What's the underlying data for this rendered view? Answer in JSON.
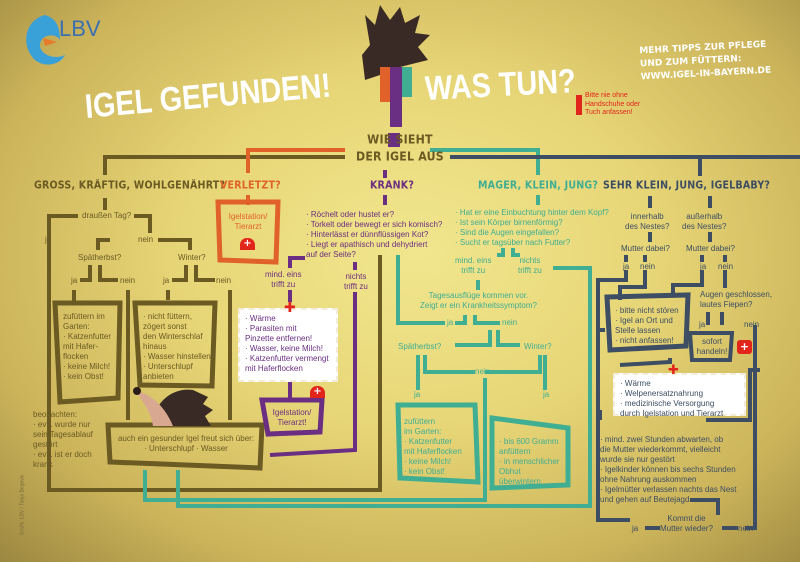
{
  "logo": {
    "text": "LBV",
    "icon": "kingfisher-logo-icon"
  },
  "title": {
    "part1": "IGEL GEFUNDEN!",
    "part2": "WAS TUN?"
  },
  "warning": "Bitte nie ohne\nHandschuhe oder\nTuch anfassen!",
  "tips": "MEHR TIPPS ZUR PFLEGE\nUND ZUM FÜTTERN:\nWWW.IGEL-IN-BAYERN.DE",
  "center_question": "WIE SIEHT\nDER IGEL AUS",
  "colors": {
    "olive": "#6b5a22",
    "orange": "#e0622a",
    "purple": "#6a2e82",
    "teal": "#3fae93",
    "navy": "#3d4d63"
  },
  "gross": {
    "heading": "GROSS, KRÄFTIG, WOHLGENÄHRT?",
    "q_day": "draußen Tag?",
    "ja": "ja",
    "nein": "nein",
    "q_late_autumn": "Spätherbst?",
    "q_winter": "Winter?",
    "box_autumn": "zufüttern im\nGarten:\n· Katzenfutter\n  mit Hafer-\n  flocken\n· keine Milch!\n· kein Obst!",
    "box_winter": "· nicht füttern,\n  zögert sonst\n  den Winterschlaf\n  hinaus\n· Wasser hinstellen\n· Unterschlupf\n  anbieten",
    "observe": "beobachten:\n· evtl. wurde nur\n  sein Tagesablauf\n  gestört\n· evtl. ist er doch\n  krank",
    "healthy": "auch ein gesunder Igel freut sich über:\n· Unterschlupf · Wasser"
  },
  "verletzt": {
    "heading": "VERLETZT?",
    "box": "Igelstation/\nTierarzt"
  },
  "krank": {
    "heading": "KRANK?",
    "questions": "· Röchelt oder hustet er?\n· Torkelt oder bewegt er sich komisch?\n· Hinterlässt er dünnflüssigen Kot?\n· Liegt er apathisch und dehydriert\n  auf der Seite?",
    "one": "mind. eins\ntrifft zu",
    "none": "nichts\ntrifft zu",
    "care": "· Wärme\n· Parasiten mit\n  Pinzette entfernen!\n· Wasser, keine Milch!\n· Katzenfutter vermengt\n  mit Haferflocken",
    "box": "Igelstation/\nTierarzt!"
  },
  "mager": {
    "heading": "MAGER, KLEIN, JUNG?",
    "questions": "· Hat er eine Einbuchtung hinter dem Kopf?\n· Ist sein Körper birnenförmig?\n· Sind die Augen eingefallen?\n· Sucht er tagsüber nach Futter?",
    "one": "mind. eins\ntrifft zu",
    "none": "nichts\ntrifft zu",
    "q_trips": "Tagesausflüge kommen vor.\nZeigt er ein Krankheitssymptom?",
    "ja": "ja",
    "nein": "nein",
    "q_late_autumn": "Spätherbst?",
    "q_winter": "Winter?",
    "box_autumn": "zufüttern\nim Garten:\n· Katzenfutter\n  mit Haferflocken\n· keine Milch!\n· kein Obst!",
    "box_winter": "· bis 600 Gramm\n  anfüttern\n· in menschlicher\n  Obhut\n  überwintern"
  },
  "baby": {
    "heading": "SEHR KLEIN, JUNG, IGELBABY?",
    "inside": "innerhalb\ndes Nestes?",
    "outside": "außerhalb\ndes Nestes?",
    "mother": "Mutter dabei?",
    "ja": "ja",
    "nein": "nein",
    "box_leave": "· bitte nicht stören\n· Igel an Ort und\n  Stelle lassen\n· nicht anfassen!",
    "q_eyes": "Augen geschlossen,\nlautes Fiepen?",
    "act": "sofort\nhandeln!",
    "care": "· Wärme\n· Welpenersatznahrung\n· medizinische Versorgung\n  durch Igelstation und Tierarzt",
    "wait": "· mind. zwei Stunden abwarten, ob\n  die Mutter wiederkommt, vielleicht\n  wurde sie nur gestört\n· Igelkinder können bis sechs Stunden\n  ohne Nahrung auskommen\n· Igelmütter verlassen nachts das Nest\n  und gehen auf Beutejagd",
    "q_return": "Kommt die\nMutter wieder?"
  },
  "credit": "Grafik: LBV / Tanja Begovic"
}
